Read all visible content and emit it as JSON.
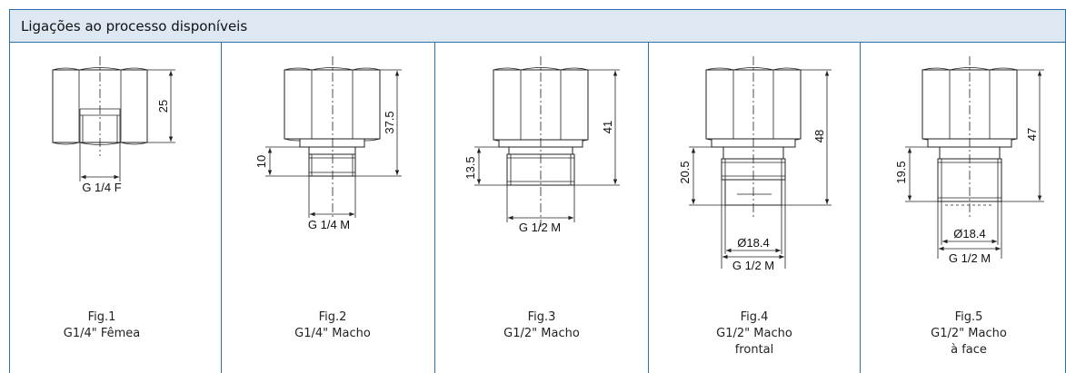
{
  "header": {
    "title": "Ligações ao processo disponíveis"
  },
  "figures": [
    {
      "fig": "Fig.1",
      "caption": [
        "G1/4\" Fêmea"
      ],
      "dims": {
        "height": "25",
        "thread": "G 1/4 F"
      }
    },
    {
      "fig": "Fig.2",
      "caption": [
        "G1/4\" Macho"
      ],
      "dims": {
        "height": "37.5",
        "thread_len": "10",
        "thread": "G 1/4 M"
      }
    },
    {
      "fig": "Fig.3",
      "caption": [
        "G1/2\" Macho"
      ],
      "dims": {
        "height": "41",
        "thread_len": "13.5",
        "thread": "G 1/2 M"
      }
    },
    {
      "fig": "Fig.4",
      "caption": [
        "G1/2\" Macho",
        "frontal"
      ],
      "dims": {
        "height": "48",
        "thread_len": "20.5",
        "diameter": "Ø18.4",
        "thread": "G 1/2 M"
      }
    },
    {
      "fig": "Fig.5",
      "caption": [
        "G1/2\" Macho",
        "à face"
      ],
      "dims": {
        "height": "47",
        "thread_len": "19.5",
        "diameter": "Ø18.4",
        "thread": "G 1/2 M"
      }
    }
  ],
  "colors": {
    "frame": "#2f6fa6",
    "header_bg": "#dde8f2"
  }
}
